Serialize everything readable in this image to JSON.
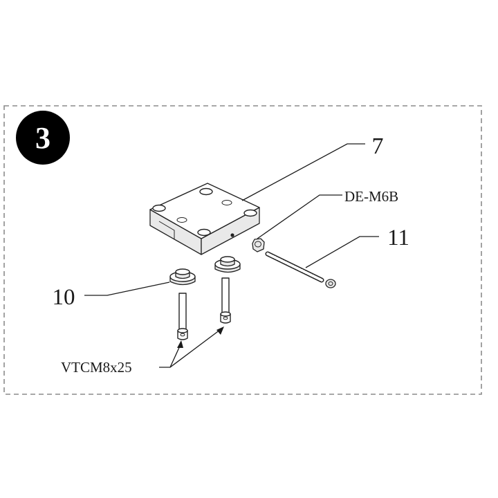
{
  "step": {
    "number": "3"
  },
  "labels": {
    "part7": "7",
    "de_m6b": "DE-M6B",
    "part11": "11",
    "part10": "10",
    "vtcm": "VTCM8x25"
  },
  "colors": {
    "ink": "#1a1a1a",
    "frame": "#8a8a8a",
    "badge": "#000000"
  }
}
